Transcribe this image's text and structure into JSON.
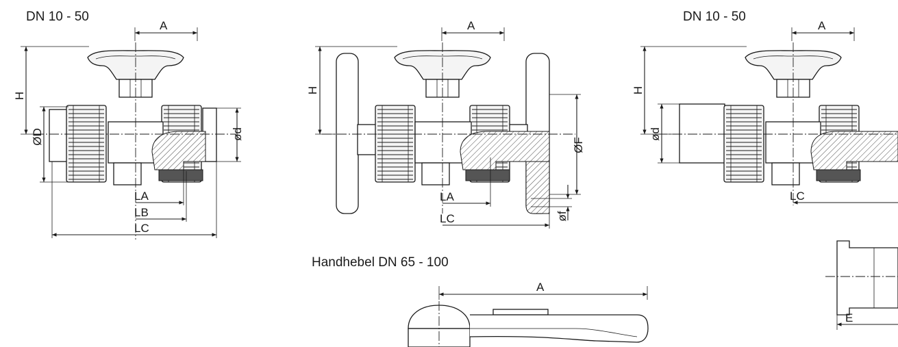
{
  "labels": {
    "title_left": "DN 10 - 50",
    "title_right": "DN 10 - 50",
    "subtitle_lever": "Handhebel DN 65 - 100"
  },
  "dims": {
    "A": "A",
    "H": "H",
    "OD": "ØD",
    "od": "ød",
    "LA": "LA",
    "LB": "LB",
    "LC": "LC",
    "OF": "ØF",
    "of": "øf",
    "E": "E"
  }
}
